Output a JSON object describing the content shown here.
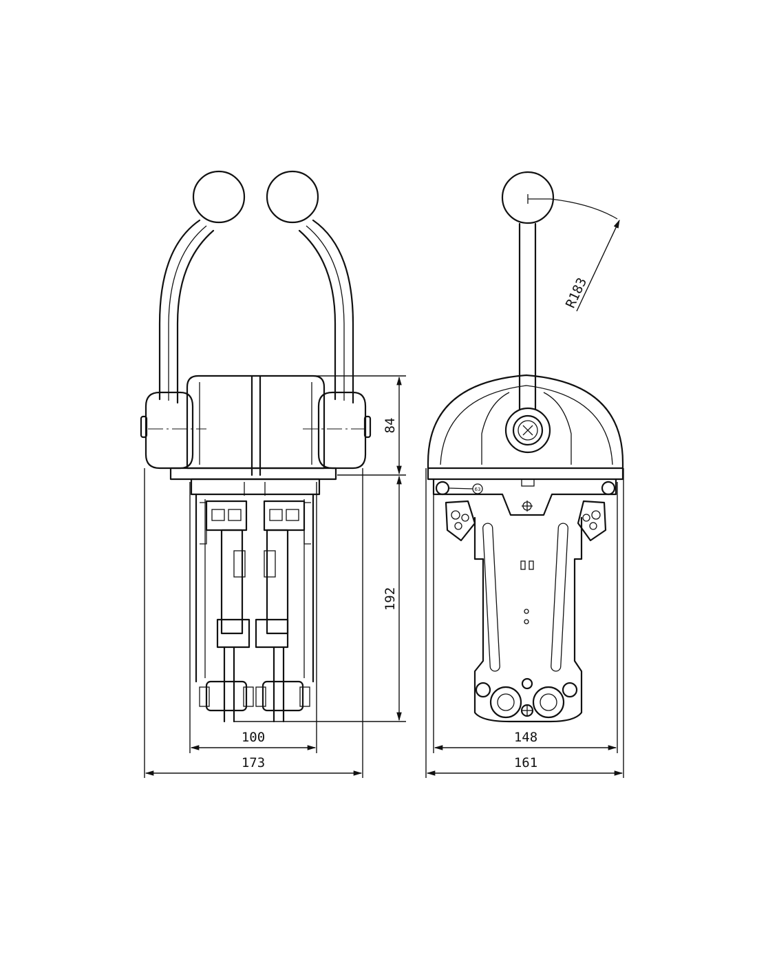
{
  "dimensions": {
    "front_height_upper": "84",
    "front_height_lower": "192",
    "front_inner_width": "100",
    "front_outer_width": "173",
    "side_inner_width": "148",
    "side_outer_width": "161",
    "lever_radius": "R183"
  },
  "small_label": "63"
}
